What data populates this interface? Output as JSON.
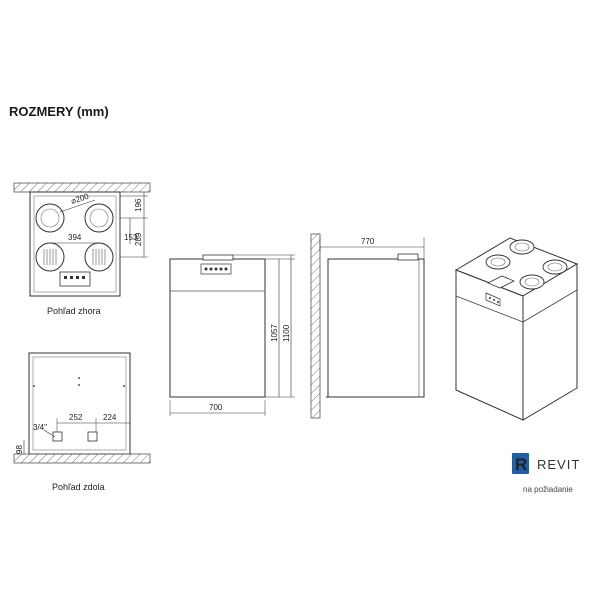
{
  "title": "ROZMERY (mm)",
  "top_view": {
    "caption": "Pohľad zhora",
    "dims": {
      "diameter": "⌀200",
      "d196": "196",
      "d394": "394",
      "d153": "153",
      "d289": "289"
    }
  },
  "bottom_view": {
    "caption": "Pohľad zdola",
    "dims": {
      "d98": "98",
      "d34": "3/4\"",
      "d252": "252",
      "d224": "224"
    }
  },
  "front_view": {
    "dims": {
      "d700": "700",
      "d1057": "1057",
      "d1100": "1100"
    }
  },
  "side_view": {
    "dims": {
      "d770": "770"
    }
  },
  "revit": {
    "letter": "R",
    "name": "REVIT",
    "subtitle": "na požiadanie",
    "color": "#1f5fa8"
  }
}
